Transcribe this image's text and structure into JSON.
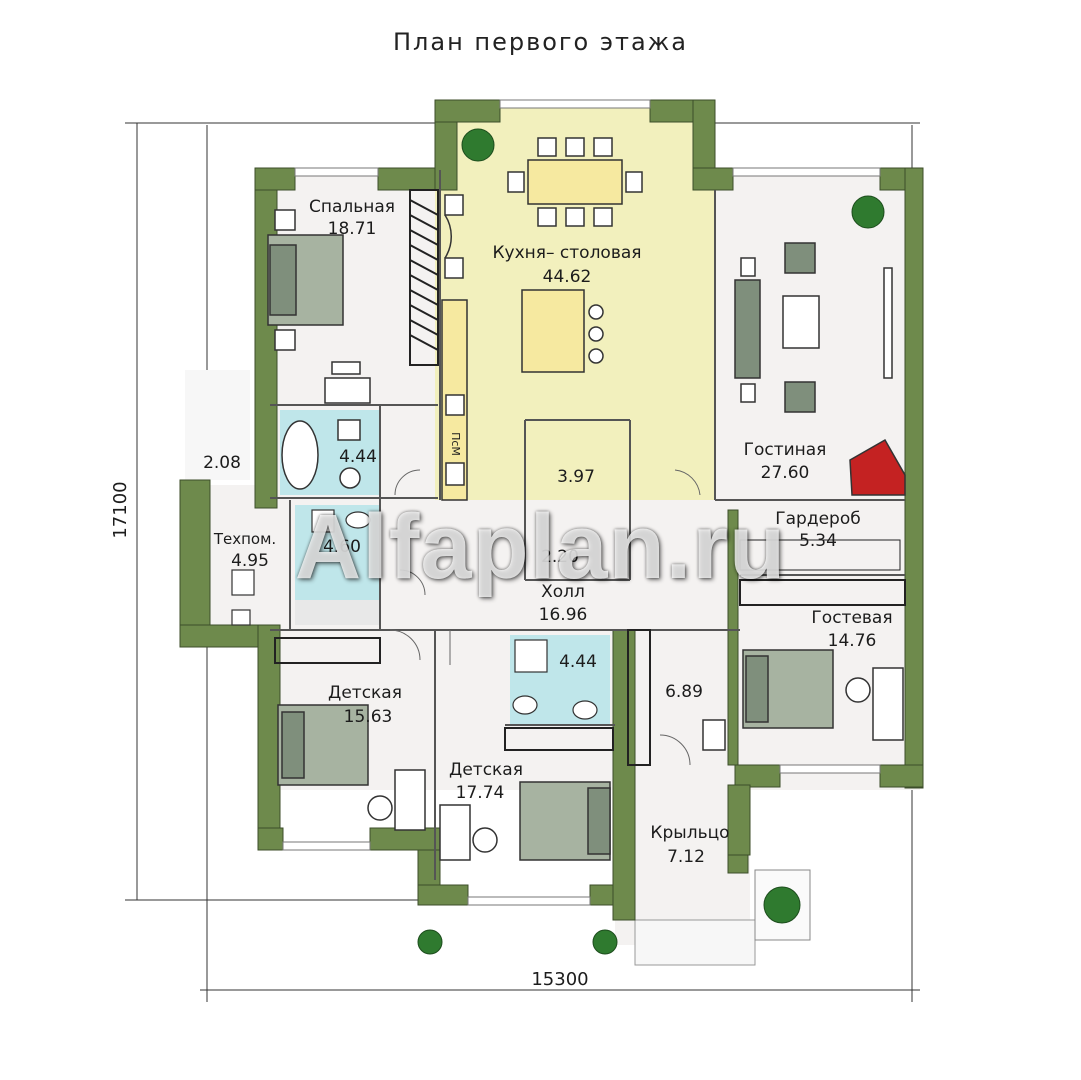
{
  "title": "План первого этажа",
  "watermark": "Alfaplan.ru",
  "dimensions": {
    "width": "15300",
    "height": "17100"
  },
  "rooms": [
    {
      "id": "bedroom",
      "name": "Спальная",
      "area": "18.71"
    },
    {
      "id": "kitchen",
      "name": "Кухня– столовая",
      "area": "44.62"
    },
    {
      "id": "living",
      "name": "Гостиная",
      "area": "27.60"
    },
    {
      "id": "terrace",
      "name": "",
      "area": "2.08"
    },
    {
      "id": "bath1",
      "name": "",
      "area": "4.44"
    },
    {
      "id": "pantry",
      "name": "",
      "area": "3.97"
    },
    {
      "id": "tech",
      "name": "Техпом.",
      "area": "4.95"
    },
    {
      "id": "bath2",
      "name": "",
      "area": "4.60"
    },
    {
      "id": "closet",
      "name": "",
      "area": "2.20"
    },
    {
      "id": "wardrobe",
      "name": "Гардероб",
      "area": "5.34"
    },
    {
      "id": "hall",
      "name": "Холл",
      "area": "16.96"
    },
    {
      "id": "guest",
      "name": "Гостевая",
      "area": "14.76"
    },
    {
      "id": "kids1",
      "name": "Детская",
      "area": "15.63"
    },
    {
      "id": "bath3",
      "name": "",
      "area": "4.44"
    },
    {
      "id": "storage",
      "name": "",
      "area": "6.89"
    },
    {
      "id": "kids2",
      "name": "Детская",
      "area": "17.74"
    },
    {
      "id": "porch",
      "name": "Крыльцо",
      "area": "7.12"
    }
  ],
  "appliance_labels": {
    "dishwasher": "ПсМ"
  },
  "colors": {
    "wall": "#6e8a4c",
    "kitchen_floor": "#f2f0bd",
    "bath_floor": "#bfe6ea",
    "sofa": "#7f8f7c",
    "fireplace": "#c42222"
  }
}
